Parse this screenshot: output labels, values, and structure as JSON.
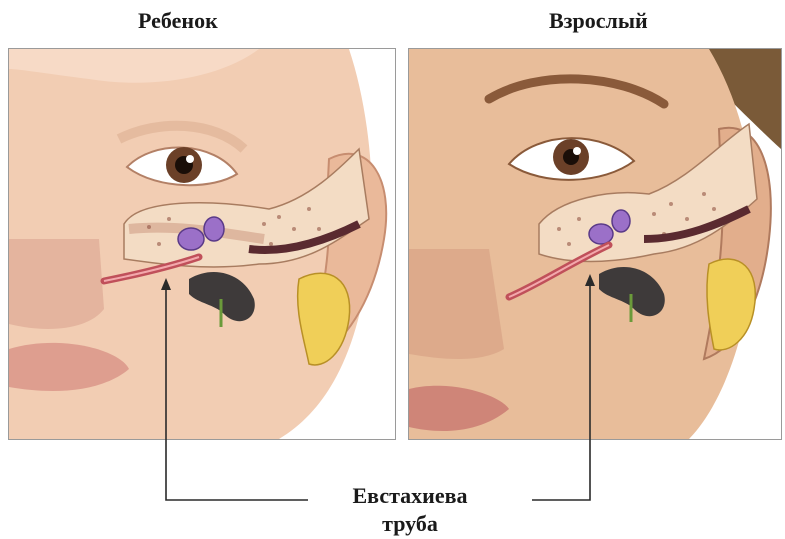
{
  "labels": {
    "child": "Ребенок",
    "adult": "Взрослый",
    "tube_line1": "Евстахиева",
    "tube_line2": "труба"
  },
  "colors": {
    "skin_child": "#f2cdb3",
    "skin_adult": "#e8bd9a",
    "bone": "#f3dcc4",
    "tube": "#c0505a",
    "ossicles": "#9b70c8",
    "cartilage": "#f0cf58",
    "iris": "#6b4028"
  }
}
